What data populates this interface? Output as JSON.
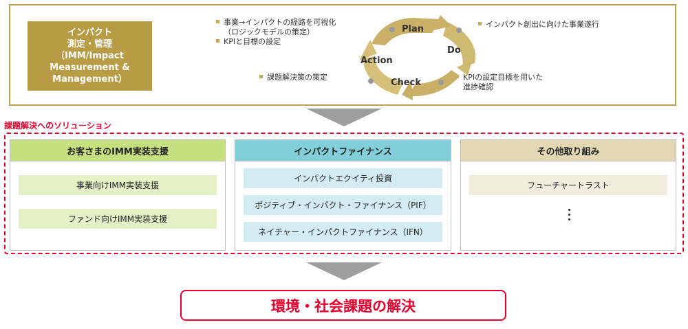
{
  "impact_box": {
    "lines": [
      "インパクト",
      "測定・管理",
      "（IMM/Impact",
      "Measurement &",
      "Management）"
    ]
  },
  "pdca": {
    "plan": "Plan",
    "do": "Do",
    "check": "Check",
    "action": "Action"
  },
  "notes": {
    "plan_note_1": "事業→インパクトの経路を可視化",
    "plan_note_1b": "（ロジックモデルの策定）",
    "plan_note_2": "KPIと目標の設定",
    "do_note": "インパクト創出に向けた事業遂行",
    "action_note": "課題解決策の策定",
    "check_note_1": "KPIの設定目標を用いた",
    "check_note_1b": "進捗確認"
  },
  "solutions": {
    "caption": "課題解決へのソリューション",
    "columns": [
      {
        "title": "お客さまのIMM実装支援",
        "items": [
          "事業向けIMM実装支援",
          "ファンド向けIMM実装支援"
        ]
      },
      {
        "title": "インパクトファイナンス",
        "items": [
          "インパクトエクイティ投資",
          "ポジティブ・インパクト・ファイナンス（PIF）",
          "ネイチャー・インパクトファイナンス（IFN）"
        ]
      },
      {
        "title": "その他取り組み",
        "items": [
          "フューチャートラスト"
        ]
      }
    ]
  },
  "result": "環境・社会課題の解決",
  "colors": {
    "gold": "#b89b45",
    "red": "#e6002d",
    "green_head": "#c5e07f",
    "teal_head": "#82cfd9",
    "beige_head": "#e4d8b4",
    "arrow_gray": "#9e9e9e"
  }
}
